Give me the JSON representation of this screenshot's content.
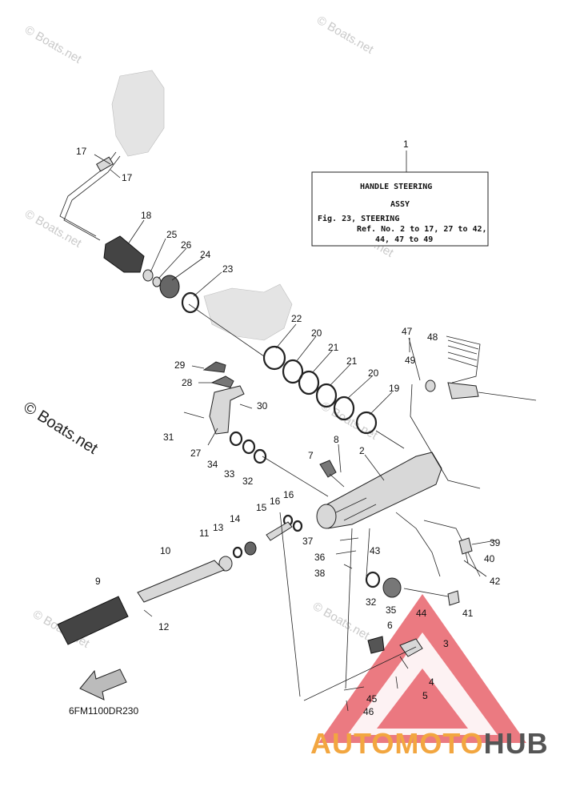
{
  "watermark": "© Boats.net",
  "side_watermark": "© Boats.net",
  "info_box": {
    "ref_number": "1",
    "title_line1": "HANDLE STEERING",
    "title_line2": "ASSY",
    "fig_line": "Fig. 23, STEERING",
    "ref_line1": "Ref. No. 2 to 17, 27 to 42,",
    "ref_line2": "44, 47 to 49"
  },
  "diagram_code": "6FM1100DR230",
  "brand": {
    "part1": "AUTOMOTO",
    "part2": "HUB",
    "accent": "#f2a640",
    "dark": "#555555",
    "triangle_color": "#e8636b"
  },
  "part_numbers": [
    "17",
    "17",
    "18",
    "25",
    "26",
    "24",
    "23",
    "22",
    "20",
    "21",
    "21",
    "20",
    "19",
    "29",
    "28",
    "30",
    "31",
    "27",
    "34",
    "33",
    "32",
    "8",
    "7",
    "2",
    "47",
    "48",
    "49",
    "16",
    "16",
    "15",
    "14",
    "13",
    "11",
    "10",
    "9",
    "12",
    "37",
    "36",
    "38",
    "43",
    "39",
    "40",
    "42",
    "32",
    "35",
    "44",
    "41",
    "6",
    "3",
    "4",
    "5",
    "45",
    "46"
  ]
}
